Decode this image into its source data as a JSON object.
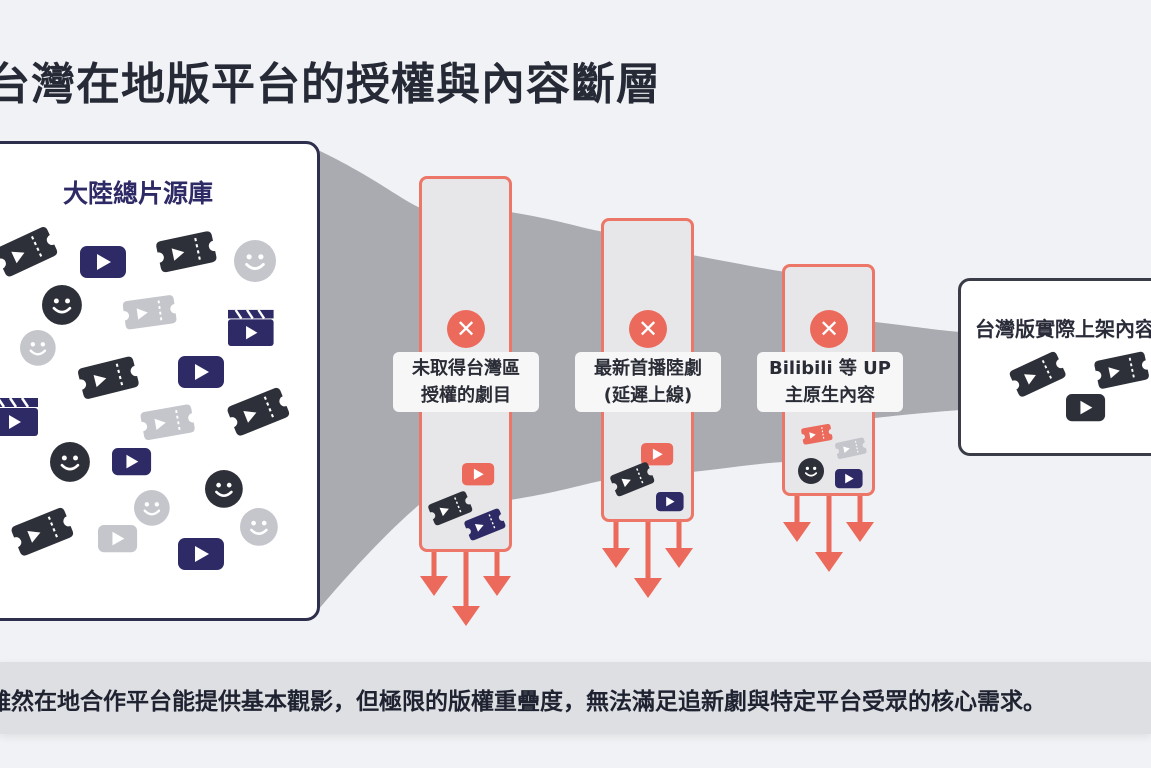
{
  "title": "台灣在地版平台的授權與內容斷層",
  "source": {
    "label": "大陸總片源庫"
  },
  "target": {
    "label": "台灣版實際上架內容"
  },
  "filters": [
    {
      "label": "未取得台灣區\n授權的劇目"
    },
    {
      "label": "最新首播陸劇\n(延遲上線)"
    },
    {
      "label": "Bilibili 等 UP\n主原生內容"
    }
  ],
  "footer": {
    "text": "雖然在地合作平台能提供基本觀影，但極限的版權重疊度，無法滿足追新劇與特定平台受眾的核心需求。"
  },
  "colors": {
    "navy": "#2e2a66",
    "dark": "#2d3038",
    "light_gray": "#c4c6cc",
    "coral": "#ec6a5c",
    "funnel": "#a9abb1"
  },
  "icons": [
    "ticket-icon",
    "video-play-icon",
    "smiley-icon",
    "clapperboard-icon",
    "close-icon",
    "arrow-down-icon"
  ]
}
